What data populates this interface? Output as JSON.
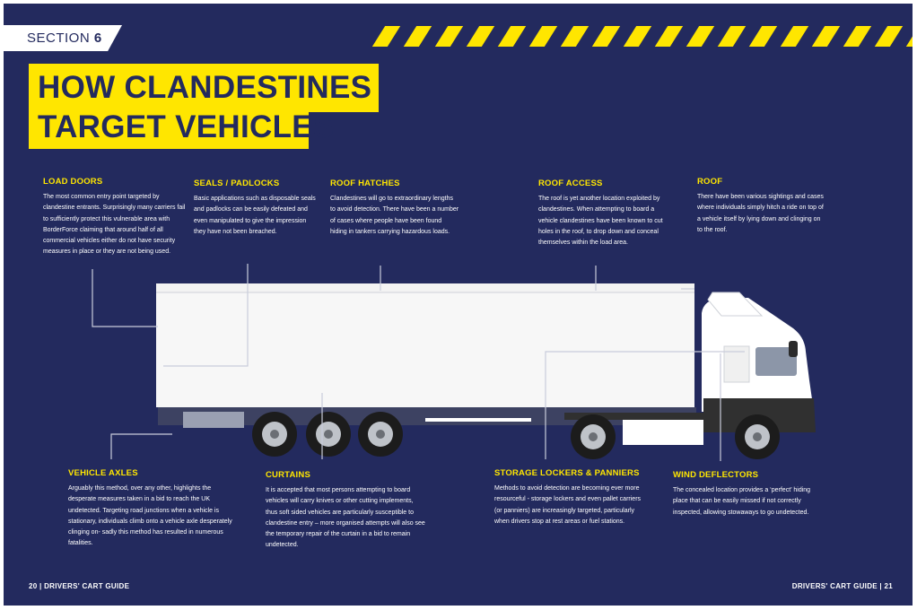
{
  "section": {
    "label": "SECTION",
    "number": "6"
  },
  "title": {
    "line1": "HOW CLANDESTINES",
    "line2": "TARGET VEHICLES"
  },
  "blocks": {
    "load_doors": {
      "heading": "LOAD DOORS",
      "body": "The most common entry point targeted by clandestine entrants. Surprisingly many carriers fail to sufficiently protect this vulnerable area with BorderForce claiming that around half of all commercial vehicles either do not have security measures in place or they are not being used."
    },
    "seals": {
      "heading": "SEALS / PADLOCKS",
      "body": "Basic applications such as disposable seals and padlocks can be easily defeated and even manipulated to give the impression they have not been breached."
    },
    "roof_hatches": {
      "heading": "ROOF HATCHES",
      "body": "Clandestines will go to extraordinary lengths to avoid detection. There have been a number of cases where people have been found hiding in tankers carrying hazardous loads."
    },
    "roof_access": {
      "heading": "ROOF ACCESS",
      "body": "The roof is yet another location exploited by clandestines. When attempting to board a vehicle clandestines have been known to cut holes in the roof, to drop down and conceal themselves within the load area."
    },
    "roof": {
      "heading": "ROOF",
      "body": "There have been various sightings and cases where individuals simply hitch a ride on top of a vehicle itself by lying down and clinging on to the roof."
    },
    "vehicle_axles": {
      "heading": "VEHICLE AXLES",
      "body": "Arguably this method, over any other, highlights the desperate measures taken in a bid to reach the UK undetected. Targeting road junctions when a vehicle is stationary, individuals climb onto a vehicle axle desperately clinging on- sadly this method has resulted in numerous fatalities."
    },
    "curtains": {
      "heading": "CURTAINS",
      "body": "It is accepted that most persons attempting to board vehicles will carry knives or other cutting implements, thus soft sided vehicles are particularly susceptible to clandestine entry – more organised attempts will also see the temporary repair of the curtain in a bid to remain undetected."
    },
    "storage": {
      "heading": "STORAGE LOCKERS & PANNIERS",
      "body": "Methods to avoid detection are becoming ever more resourceful - storage lockers and even pallet carriers (or panniers) are increasingly targeted, particularly when drivers stop at rest areas or fuel stations."
    },
    "wind_deflectors": {
      "heading": "WIND DEFLECTORS",
      "body": "The concealed location provides a ‘perfect’ hiding place that can be easily missed if not correctly inspected, allowing stowaways to go undetected."
    }
  },
  "footer": {
    "left": "20 | DRIVERS' CART GUIDE",
    "right": "DRIVERS' CART GUIDE | 21"
  },
  "colors": {
    "navy": "#232a5e",
    "yellow": "#ffe600",
    "white": "#ffffff"
  }
}
